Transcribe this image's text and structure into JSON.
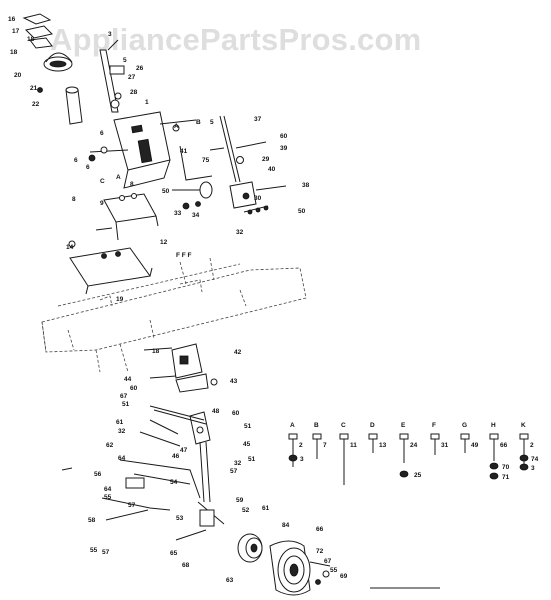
{
  "watermark": "AppliancePartsPros.com",
  "hardware_letters": [
    "A",
    "B",
    "C",
    "D",
    "E",
    "F",
    "G",
    "H",
    "K"
  ],
  "hardware_numbers": [
    "2",
    "7",
    "11",
    "13",
    "24",
    "31",
    "49",
    "66",
    "2"
  ],
  "hardware_sub": {
    "A": "3",
    "E": "25",
    "H1": "70",
    "H2": "71",
    "K1": "74",
    "K2": "3"
  },
  "callouts": {
    "c16": "16",
    "c17": "17",
    "c18a": "18",
    "c18b": "18",
    "c20": "20",
    "c21": "21",
    "c22": "22",
    "c3": "3",
    "c5a": "5",
    "c26": "26",
    "c27": "27",
    "c28": "28",
    "c1": "1",
    "cA1": "A",
    "cB1": "B",
    "c5b": "5",
    "c37": "37",
    "c6a": "6",
    "c6b": "6",
    "c6c": "6",
    "c60a": "60",
    "c39": "39",
    "c29": "29",
    "c40": "40",
    "c75": "75",
    "c41": "41",
    "cC1": "C",
    "cA2": "A",
    "c8a": "8",
    "c8b": "8",
    "c9": "9",
    "c50a": "50",
    "c33": "33",
    "c34": "34",
    "c38": "38",
    "c30": "30",
    "c50b": "50",
    "c32a": "32",
    "c14": "14",
    "c12": "12",
    "cFF": "F F F",
    "c19": "19",
    "c18c": "18",
    "c42": "42",
    "c44": "44",
    "c60b": "60",
    "c43": "43",
    "c67a": "67",
    "c51a": "51",
    "c48": "48",
    "c60c": "60",
    "c51b": "51",
    "c61": "61",
    "c32b": "32",
    "c47": "47",
    "c45": "45",
    "c46": "46",
    "c62": "62",
    "c64a": "64",
    "c51c": "51",
    "c57a": "57",
    "c32c": "32",
    "c56": "56",
    "c64b": "64",
    "c55a": "55",
    "c54": "54",
    "c57b": "57",
    "c53": "53",
    "c58": "58",
    "c55b": "55",
    "c57c": "57",
    "c59": "59",
    "c52": "52",
    "c65": "65",
    "c61b": "61",
    "c84": "84",
    "c66": "66",
    "c72": "72",
    "c67b": "67",
    "c55c": "55",
    "c69": "69",
    "c63": "63",
    "c68": "68"
  }
}
